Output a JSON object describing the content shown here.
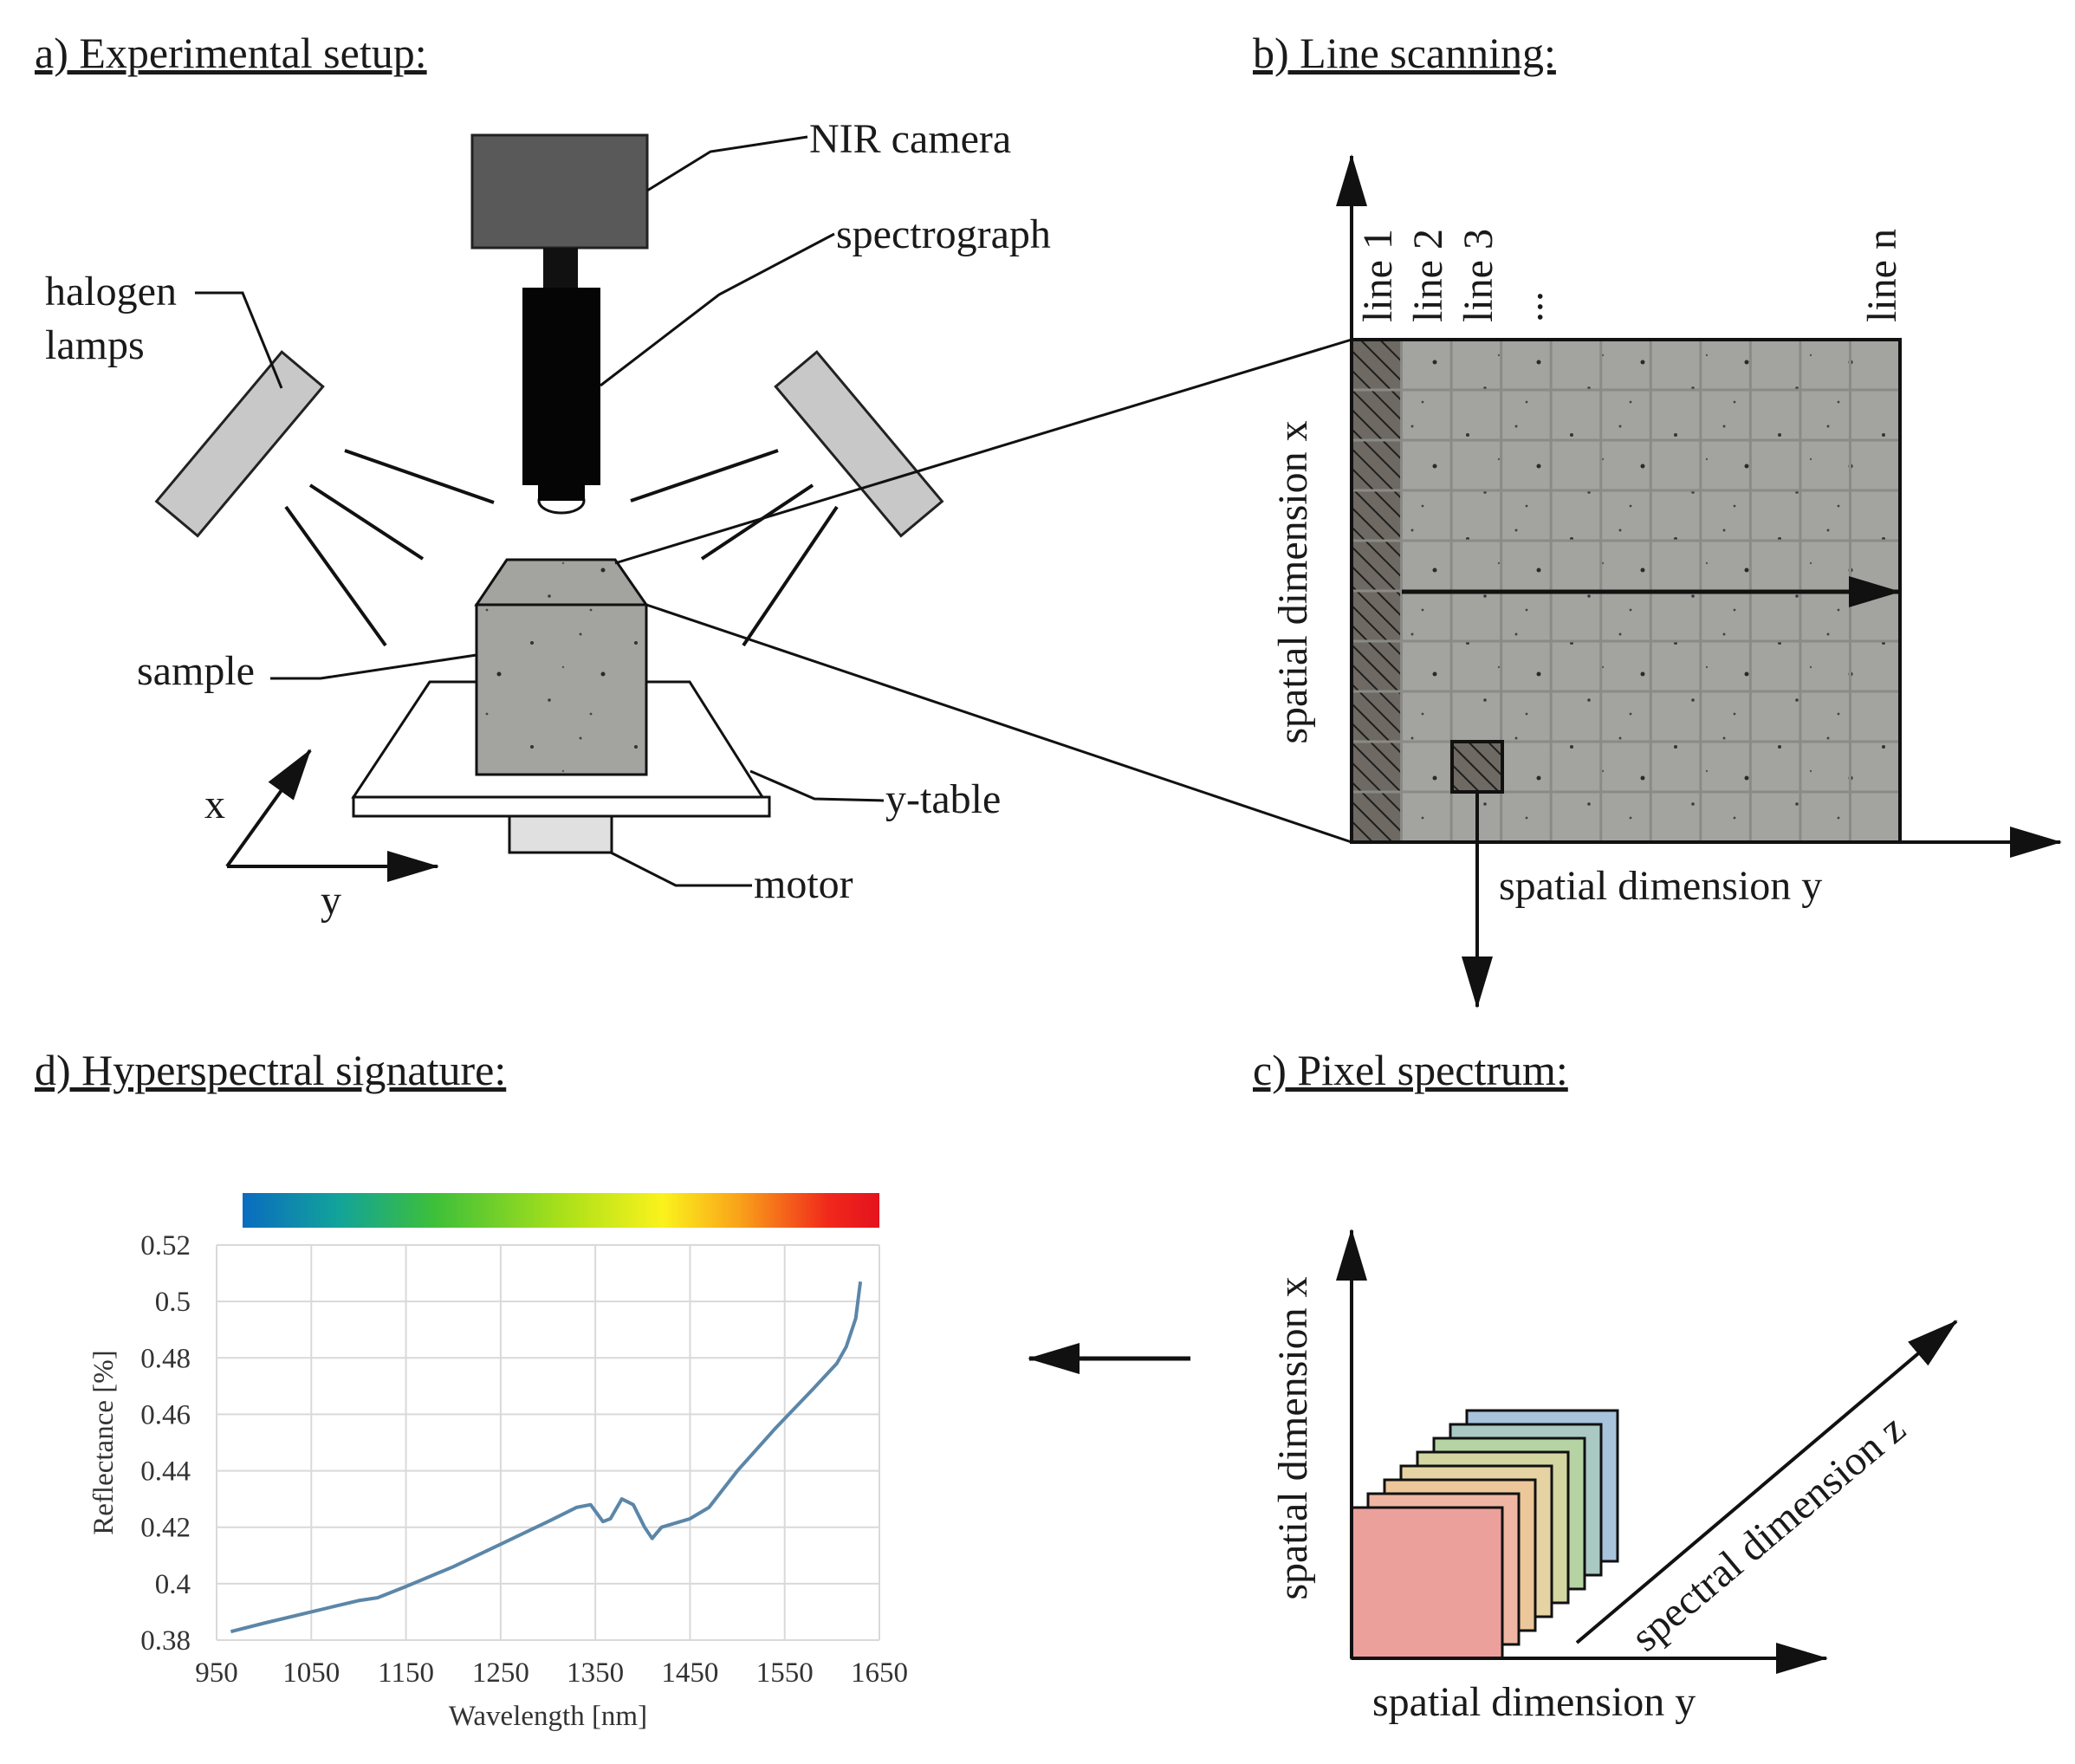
{
  "headings": {
    "a": "a) Experimental setup:",
    "b": "b) Line scanning:",
    "c": "c) Pixel spectrum:",
    "d": "d) Hyperspectral signature:"
  },
  "setup_labels": {
    "camera": "NIR camera",
    "spectrograph": "spectrograph",
    "lamps_line1": "halogen",
    "lamps_line2": "lamps",
    "sample": "sample",
    "table": "y-table",
    "motor": "motor",
    "axis_x": "x",
    "axis_y": "y"
  },
  "scan_labels": {
    "lines": [
      "line 1",
      "line 2",
      "line 3",
      "...",
      "line n"
    ],
    "axis_x": "spatial dimension x",
    "axis_y": "spatial dimension y"
  },
  "pixel_labels": {
    "axis_x": "spatial dimension x",
    "axis_y": "spatial dimension y",
    "axis_z": "spectral dimension z"
  },
  "colors": {
    "camera": "#595959",
    "lens": "#000000",
    "lamp": "#c8c8c8",
    "concrete": "#a3a39f",
    "hatch": "#6e6a63",
    "spectrum_line": "#5b86a8",
    "slices": [
      "#a8c3dc",
      "#a9c9c2",
      "#b6d4a3",
      "#d3d6a1",
      "#e6d3a3",
      "#ecc79a",
      "#efb7a3"
    ],
    "front_slice": "#eca09c",
    "colorbar_stops": [
      "#0a6cc0",
      "#12a39a",
      "#3dbf3a",
      "#a8e01a",
      "#fbf21c",
      "#f9a21a",
      "#f0281b",
      "#e5131e"
    ]
  },
  "chart_data": {
    "type": "line",
    "title": "",
    "xlabel": "Wavelength [nm]",
    "ylabel": "Reflectance [%]",
    "xlim": [
      950,
      1650
    ],
    "ylim": [
      0.38,
      0.52
    ],
    "xticks": [
      "950",
      "1050",
      "1150",
      "1250",
      "1350",
      "1450",
      "1550",
      "1650"
    ],
    "yticks": [
      "0.52",
      "0.5",
      "0.48",
      "0.46",
      "0.44",
      "0.42",
      "0.4",
      "0.38"
    ],
    "grid": true,
    "series": [
      {
        "x": [
          965,
          1000,
          1050,
          1100,
          1120,
          1150,
          1200,
          1250,
          1300,
          1330,
          1345,
          1358,
          1366,
          1378,
          1390,
          1402,
          1410,
          1420,
          1450,
          1470,
          1500,
          1540,
          1580,
          1605,
          1615,
          1625,
          1630
        ],
        "y": [
          0.383,
          0.386,
          0.39,
          0.394,
          0.395,
          0.399,
          0.406,
          0.414,
          0.422,
          0.427,
          0.428,
          0.422,
          0.423,
          0.43,
          0.428,
          0.42,
          0.416,
          0.42,
          0.423,
          0.427,
          0.44,
          0.455,
          0.469,
          0.478,
          0.484,
          0.494,
          0.507
        ]
      }
    ]
  }
}
